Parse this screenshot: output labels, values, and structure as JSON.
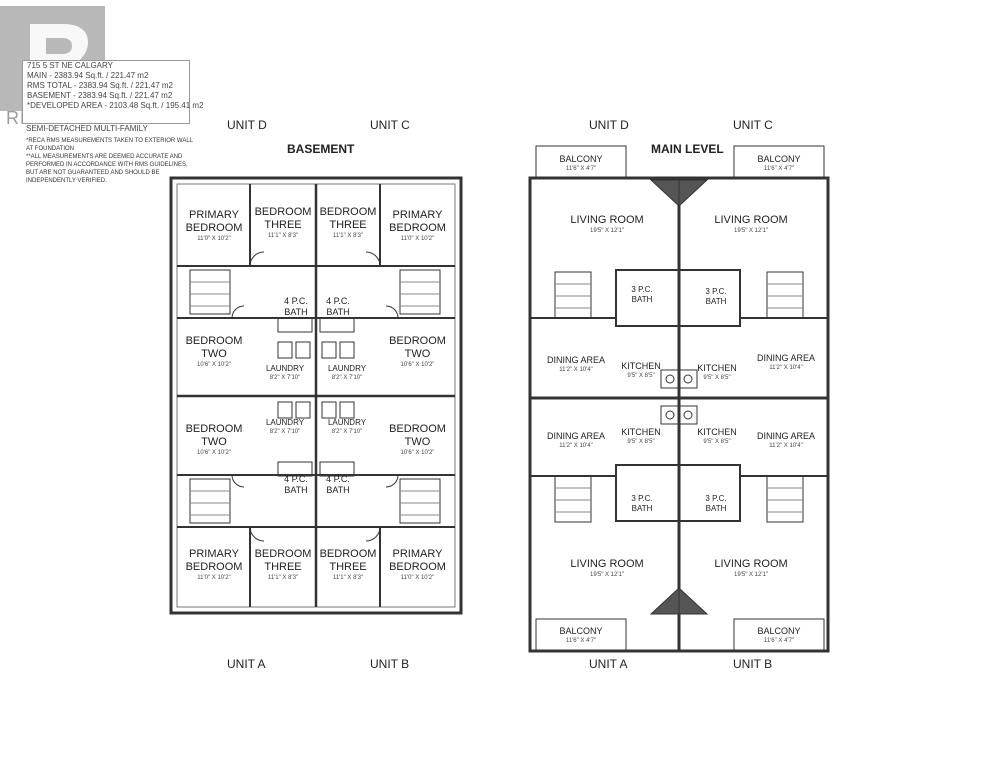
{
  "logo": {
    "text": "REALTOR",
    "icon": "realtor-r-icon"
  },
  "info": {
    "address": "715 5 ST NE CALGARY",
    "main": "MAIN - 2383.94 Sq.ft. / 221.47 m2",
    "rms_total": "RMS TOTAL - 2383.94 Sq.ft. / 221.47 m2",
    "basement": "BASEMENT - 2383.94 Sq.ft. / 221.47 m2",
    "developed": "*DEVELOPED AREA - 2103.48 Sq.ft. / 195.41 m2",
    "type": "SEMI-DETACHED MULTI-FAMILY"
  },
  "notes": [
    "*RECA RMS MEASUREMENTS TAKEN TO EXTERIOR WALL",
    "AT FOUNDATION",
    "**ALL MEASUREMENTS ARE DEEMED ACCURATE AND",
    "PERFORMED IN ACCORDANCE WITH RMS GUIDELINES,",
    "BUT ARE NOT GUARANTEED AND SHOULD BE",
    "INDEPENDENTLY VERIFIED."
  ],
  "basement": {
    "title": "BASEMENT",
    "unit_top_left": "UNIT D",
    "unit_top_right": "UNIT C",
    "unit_bottom_left": "UNIT A",
    "unit_bottom_right": "UNIT B",
    "rooms": [
      {
        "name": "PRIMARY\nBEDROOM",
        "dims": "11'0\" X 10'2\""
      },
      {
        "name": "BEDROOM\nTHREE",
        "dims": "11'1\" X 8'3\""
      },
      {
        "name": "BEDROOM\nTHREE",
        "dims": "11'1\" X 8'3\""
      },
      {
        "name": "PRIMARY\nBEDROOM",
        "dims": "11'0\" X 10'2\""
      },
      {
        "name": "4 P.C.\nBATH",
        "dims": ""
      },
      {
        "name": "4 P.C.\nBATH",
        "dims": ""
      },
      {
        "name": "BEDROOM\nTWO",
        "dims": "10'6\" X 10'2\""
      },
      {
        "name": "LAUNDRY",
        "dims": "8'2\" X 7'10\""
      },
      {
        "name": "LAUNDRY",
        "dims": "8'2\" X 7'10\""
      },
      {
        "name": "BEDROOM\nTWO",
        "dims": "10'6\" X 10'2\""
      },
      {
        "name": "BEDROOM\nTWO",
        "dims": "10'6\" X 10'2\""
      },
      {
        "name": "LAUNDRY",
        "dims": "8'2\" X 7'10\""
      },
      {
        "name": "LAUNDRY",
        "dims": "8'2\" X 7'10\""
      },
      {
        "name": "BEDROOM\nTWO",
        "dims": "10'6\" X 10'2\""
      },
      {
        "name": "4 P.C.\nBATH",
        "dims": ""
      },
      {
        "name": "4 P.C.\nBATH",
        "dims": ""
      },
      {
        "name": "PRIMARY\nBEDROOM",
        "dims": "11'0\" X 10'2\""
      },
      {
        "name": "BEDROOM\nTHREE",
        "dims": "11'1\" X 8'3\""
      },
      {
        "name": "BEDROOM\nTHREE",
        "dims": "11'1\" X 8'3\""
      },
      {
        "name": "PRIMARY\nBEDROOM",
        "dims": "11'0\" X 10'2\""
      }
    ]
  },
  "main_level": {
    "title": "MAIN LEVEL",
    "unit_top_left": "UNIT D",
    "unit_top_right": "UNIT C",
    "unit_bottom_left": "UNIT A",
    "unit_bottom_right": "UNIT B",
    "rooms": [
      {
        "name": "BALCONY",
        "dims": "11'6\" X 4'7\""
      },
      {
        "name": "BALCONY",
        "dims": "11'6\" X 4'7\""
      },
      {
        "name": "LIVING ROOM",
        "dims": "19'5\" X 12'1\""
      },
      {
        "name": "LIVING ROOM",
        "dims": "19'5\" X 12'1\""
      },
      {
        "name": "3 P.C.\nBATH",
        "dims": ""
      },
      {
        "name": "3 P.C.\nBATH",
        "dims": ""
      },
      {
        "name": "DINING AREA",
        "dims": "11'2\" X 10'4\""
      },
      {
        "name": "KITCHEN",
        "dims": "9'5\" X 8'5\""
      },
      {
        "name": "KITCHEN",
        "dims": "9'5\" X 8'5\""
      },
      {
        "name": "DINING AREA",
        "dims": "11'2\" X 10'4\""
      },
      {
        "name": "DINING AREA",
        "dims": "11'2\" X 10'4\""
      },
      {
        "name": "KITCHEN",
        "dims": "9'5\" X 8'5\""
      },
      {
        "name": "KITCHEN",
        "dims": "9'5\" X 8'5\""
      },
      {
        "name": "DINING AREA",
        "dims": "11'2\" X 10'4\""
      },
      {
        "name": "3 P.C.\nBATH",
        "dims": ""
      },
      {
        "name": "3 P.C.\nBATH",
        "dims": ""
      },
      {
        "name": "LIVING ROOM",
        "dims": "19'5\" X 12'1\""
      },
      {
        "name": "LIVING ROOM",
        "dims": "19'5\" X 12'1\""
      },
      {
        "name": "BALCONY",
        "dims": "11'6\" X 4'7\""
      },
      {
        "name": "BALCONY",
        "dims": "11'6\" X 4'7\""
      }
    ]
  }
}
